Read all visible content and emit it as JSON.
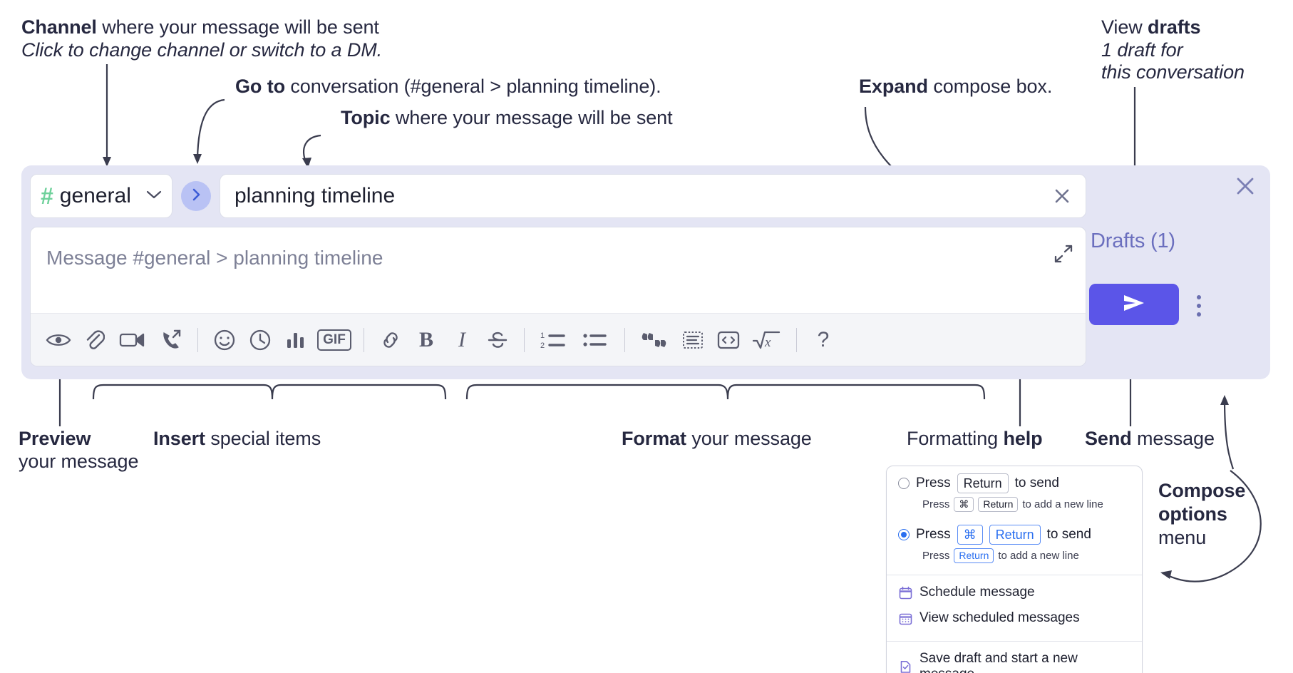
{
  "annotations": {
    "channel": {
      "bold": "Channel",
      "rest": " where your message will be sent",
      "sub": "Click to change channel or switch to a DM."
    },
    "goto": {
      "bold": "Go to",
      "rest": " conversation (#general > planning timeline)."
    },
    "topic": {
      "bold": "Topic",
      "rest": " where your message will be sent"
    },
    "expand": {
      "bold": "Expand",
      "rest": " compose box."
    },
    "drafts": {
      "plain": "View ",
      "bold": "drafts",
      "sub1": "1 draft for",
      "sub2": "this conversation"
    },
    "preview": {
      "bold": "Preview",
      "sub": "your message"
    },
    "insert": {
      "bold": "Insert",
      "rest": " special items"
    },
    "format": {
      "bold": "Format",
      "rest": " your message"
    },
    "help": {
      "plain": "Formatting ",
      "bold": "help"
    },
    "send": {
      "bold": "Send",
      "rest": " message"
    },
    "compose_options": {
      "bold1": "Compose",
      "bold2": "options",
      "rest": "menu"
    }
  },
  "compose": {
    "channel_name": "general",
    "channel_hash": "#",
    "topic_value": "planning timeline",
    "message_placeholder": "Message #general > planning timeline",
    "drafts_label": "Drafts (1)",
    "toolbar_left": [
      {
        "name": "preview-icon",
        "label": "Preview"
      },
      {
        "name": "attachment-icon",
        "label": "Attach file"
      },
      {
        "name": "video-icon",
        "label": "Record video clip"
      },
      {
        "name": "audio-call-icon",
        "label": "Record audio clip"
      }
    ],
    "toolbar_insert": [
      {
        "name": "emoji-icon",
        "label": "Emoji"
      },
      {
        "name": "clock-icon",
        "label": "Reminder"
      },
      {
        "name": "poll-icon",
        "label": "Poll"
      },
      {
        "name": "gif-icon",
        "label": "GIF"
      }
    ],
    "toolbar_format": [
      {
        "name": "link-icon",
        "label": "Link"
      },
      {
        "name": "bold-icon",
        "label": "B"
      },
      {
        "name": "italic-icon",
        "label": "I"
      },
      {
        "name": "strikethrough-icon",
        "label": "Strikethrough"
      },
      {
        "name": "ordered-list-icon",
        "label": "Ordered list"
      },
      {
        "name": "bulleted-list-icon",
        "label": "Bulleted list"
      },
      {
        "name": "blockquote-icon",
        "label": "Blockquote"
      },
      {
        "name": "code-block-icon",
        "label": "Code block"
      },
      {
        "name": "code-icon",
        "label": "Code"
      },
      {
        "name": "math-icon",
        "label": "Math"
      }
    ],
    "help_label": "?",
    "gif_label": "GIF",
    "bold_label": "B",
    "italic_label": "I",
    "ordered_1": "1",
    "ordered_2": "2"
  },
  "menu": {
    "option1": {
      "press": "Press",
      "key": "Return",
      "to_send": "to send",
      "sub_press": "Press",
      "sub_key1": "⌘",
      "sub_key2": "Return",
      "sub_tail": "to add a new line",
      "selected": false
    },
    "option2": {
      "press": "Press",
      "key1": "⌘",
      "key2": "Return",
      "to_send": "to send",
      "sub_press": "Press",
      "sub_key": "Return",
      "sub_tail": "to add a new line",
      "selected": true
    },
    "items": [
      {
        "icon": "calendar-icon",
        "label": "Schedule message"
      },
      {
        "icon": "calendar-grid-icon",
        "label": "View scheduled messages"
      },
      {
        "icon": "save-draft-icon",
        "label": "Save draft and start a new message"
      }
    ]
  },
  "colors": {
    "panel_bg": "#e4e5f4",
    "send_button": "#5b55e8",
    "hash_green": "#6fd19b",
    "goto_blue": "#b9c2f4",
    "drafts_text": "#6b6fbe",
    "accent_blue": "#2a6ff0",
    "menu_icon_purple": "#7b6fd6"
  }
}
